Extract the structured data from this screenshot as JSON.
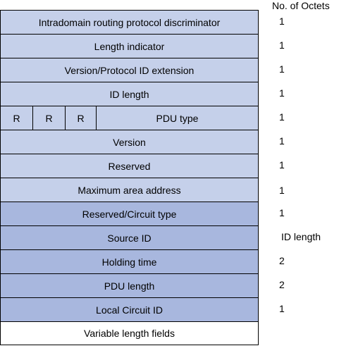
{
  "header": {
    "octets_label": "No. of Octets"
  },
  "fields": [
    {
      "label": "Intradomain routing protocol discriminator",
      "octets": "1"
    },
    {
      "label": "Length indicator",
      "octets": "1"
    },
    {
      "label": "Version/Protocol ID extension",
      "octets": "1"
    },
    {
      "label": "ID length",
      "octets": "1"
    },
    {
      "bits": [
        "R",
        "R",
        "R"
      ],
      "label": "PDU type",
      "octets": "1"
    },
    {
      "label": "Version",
      "octets": "1"
    },
    {
      "label": "Reserved",
      "octets": "1"
    },
    {
      "label": "Maximum area address",
      "octets": "1"
    },
    {
      "label": "Reserved/Circuit type",
      "octets": "1"
    },
    {
      "label": "Source ID",
      "octets": "ID length"
    },
    {
      "label": "Holding time",
      "octets": "2"
    },
    {
      "label": "PDU length",
      "octets": "2"
    },
    {
      "label": "Local Circuit ID",
      "octets": "1"
    },
    {
      "label": "Variable length fields",
      "octets": ""
    }
  ],
  "colors": {
    "light_fill": "#c5d0ea",
    "dark_fill": "#a8b7de",
    "plain_fill": "#ffffff"
  }
}
